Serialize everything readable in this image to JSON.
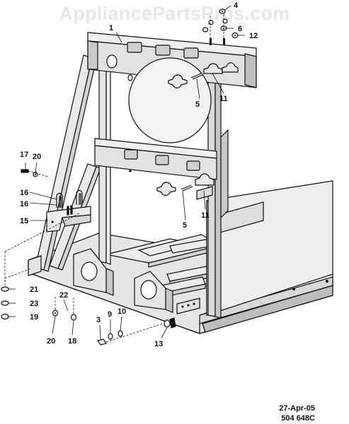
{
  "watermark": "AppliancePartsPros.com",
  "footer": {
    "date": "27-Apr-05",
    "part_code": "504 648C"
  },
  "colors": {
    "frame_light": "#ececec",
    "frame_mid": "#d4d4d4",
    "frame_dark": "#a9a9a9",
    "line": "#111111"
  },
  "callouts": {
    "c1": "1",
    "c4": "4",
    "c6": "6",
    "c12": "12",
    "c5a": "5",
    "c11a": "11",
    "c17": "17",
    "c20a": "20",
    "c16a": "16",
    "c16b": "16",
    "c15": "15",
    "c5b": "5",
    "c11b": "11",
    "c21": "21",
    "c23": "23",
    "c19": "19",
    "c22": "22",
    "c20b": "20",
    "c18": "18",
    "c3": "3",
    "c9": "9",
    "c10": "10",
    "c13": "13"
  }
}
